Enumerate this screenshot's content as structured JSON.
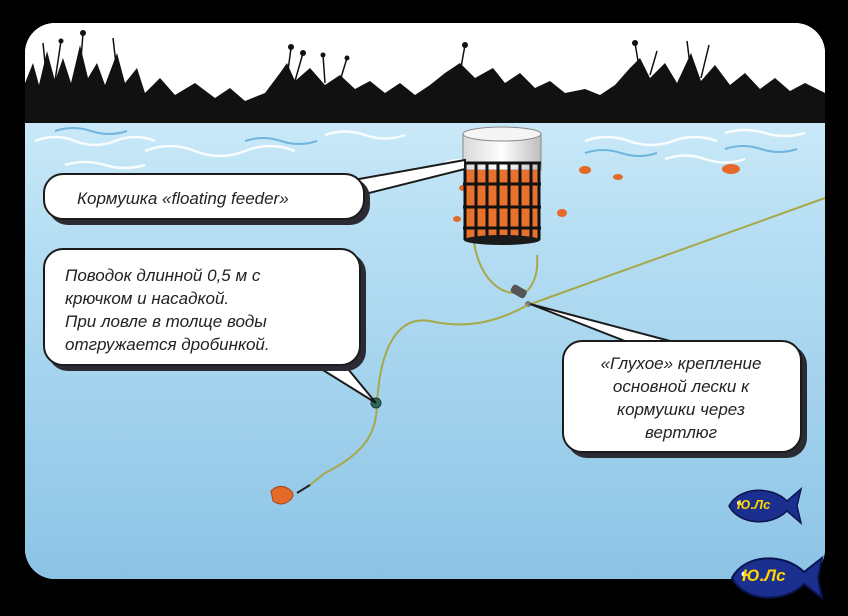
{
  "callouts": {
    "feeder": {
      "text": "Кормушка «floating feeder»"
    },
    "leash": {
      "lines": [
        "Поводок длинной 0,5 м с",
        "крючком и насадкой.",
        "При ловле в толще воды",
        "отгружается дробинкой."
      ]
    },
    "mount": {
      "lines": [
        "«Глухое» крепление",
        "основной лески к",
        "кормушки через",
        "вертлюг"
      ]
    }
  },
  "logos": {
    "small": "Ю.Лс",
    "large": "Ю.Лс"
  },
  "colors": {
    "frame": "#000000",
    "water_top": "#bfe3f5",
    "water_bottom": "#8fc6e6",
    "line": "#a7a84a",
    "bait": "#e46a2a",
    "fish_logo": "#1b2f8f",
    "logo_text": "#ffd400"
  }
}
